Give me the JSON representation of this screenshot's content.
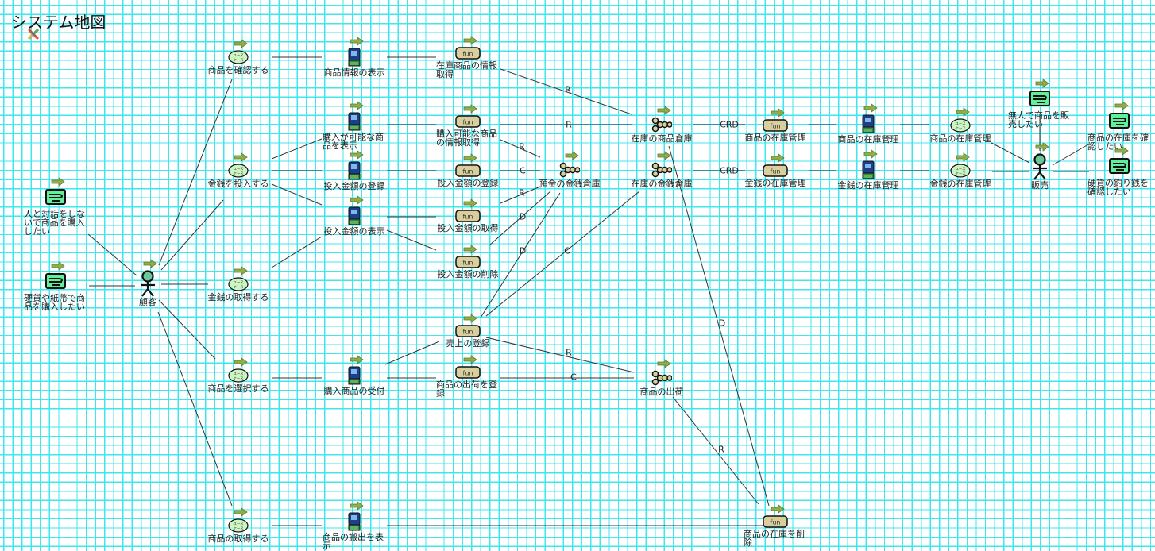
{
  "title": "システム地図",
  "logo_icon": "x-logo-icon",
  "colors": {
    "grid": "#3fe6ee",
    "usecase": "#ccf5c2",
    "requirement": "#5ef09a",
    "actor_head": "#6cc79a",
    "function": "#d8cf9c",
    "arrow": "#8fae4a"
  },
  "nodes": [
    {
      "id": "req1",
      "type": "requirement",
      "label": "人と対話をしないで商品を購入したい"
    },
    {
      "id": "req2",
      "type": "requirement",
      "label": "硬貨や紙幣で商品を購入したい"
    },
    {
      "id": "actor1",
      "type": "actor",
      "label": "顧客"
    },
    {
      "id": "uc1",
      "type": "usecase",
      "label": "商品を確認する"
    },
    {
      "id": "uc2",
      "type": "usecase",
      "label": "金銭を投入する"
    },
    {
      "id": "uc3",
      "type": "usecase",
      "label": "金銭の取得する"
    },
    {
      "id": "uc4",
      "type": "usecase",
      "label": "商品を選択する"
    },
    {
      "id": "uc5",
      "type": "usecase",
      "label": "商品の取得する"
    },
    {
      "id": "sc1",
      "type": "screen",
      "label": "商品情報の表示"
    },
    {
      "id": "sc2",
      "type": "screen",
      "label": "購入が可能な商品を表示"
    },
    {
      "id": "sc3",
      "type": "screen",
      "label": "投入金額の登録"
    },
    {
      "id": "sc4",
      "type": "screen",
      "label": "投入金額の表示"
    },
    {
      "id": "sc5",
      "type": "screen",
      "label": "購入商品の受付"
    },
    {
      "id": "sc6",
      "type": "screen",
      "label": "商品の搬出を表示"
    },
    {
      "id": "fn1",
      "type": "function",
      "label": "在庫商品の情報取得"
    },
    {
      "id": "fn2",
      "type": "function",
      "label": "購入可能な商品の情報取得"
    },
    {
      "id": "fn3",
      "type": "function",
      "label": "投入金額の登録"
    },
    {
      "id": "fn4",
      "type": "function",
      "label": "投入金額の取得"
    },
    {
      "id": "fn5",
      "type": "function",
      "label": "投入金額の削除"
    },
    {
      "id": "fn6",
      "type": "function",
      "label": "売上の登録"
    },
    {
      "id": "fn7",
      "type": "function",
      "label": "商品の出荷を登録"
    },
    {
      "id": "ds1",
      "type": "datastore",
      "label": "預金の金銭倉庫"
    },
    {
      "id": "ds2",
      "type": "datastore",
      "label": "在庫の商品倉庫"
    },
    {
      "id": "ds3",
      "type": "datastore",
      "label": "在庫の金銭倉庫"
    },
    {
      "id": "ds4",
      "type": "datastore",
      "label": "商品の出荷"
    },
    {
      "id": "fn8",
      "type": "function",
      "label": "商品の在庫管理"
    },
    {
      "id": "fn9",
      "type": "function",
      "label": "金銭の在庫管理"
    },
    {
      "id": "fn10",
      "type": "function",
      "label": "商品の在庫を削除"
    },
    {
      "id": "sc7",
      "type": "screen",
      "label": "商品の在庫管理"
    },
    {
      "id": "sc8",
      "type": "screen",
      "label": "金銭の在庫管理"
    },
    {
      "id": "uc6",
      "type": "usecase",
      "label": "商品の在庫管理"
    },
    {
      "id": "uc7",
      "type": "usecase",
      "label": "金銭の在庫管理"
    },
    {
      "id": "actor2",
      "type": "actor",
      "label": "販売"
    },
    {
      "id": "req3",
      "type": "requirement",
      "label": "無人で商品を販売したい"
    },
    {
      "id": "req4",
      "type": "requirement",
      "label": "商品の在庫を確認したい"
    },
    {
      "id": "req5",
      "type": "requirement",
      "label": "硬貨の釣り銭を確認したい"
    }
  ],
  "usecase_icon_text": "ユース ケース",
  "function_icon_text": "fun",
  "edges": [
    {
      "from": "req1",
      "to": "actor1",
      "label": ""
    },
    {
      "from": "req2",
      "to": "actor1",
      "label": ""
    },
    {
      "from": "actor1",
      "to": "uc1",
      "label": ""
    },
    {
      "from": "actor1",
      "to": "uc2",
      "label": ""
    },
    {
      "from": "actor1",
      "to": "uc3",
      "label": ""
    },
    {
      "from": "actor1",
      "to": "uc4",
      "label": ""
    },
    {
      "from": "actor1",
      "to": "uc5",
      "label": ""
    },
    {
      "from": "uc1",
      "to": "sc1",
      "label": ""
    },
    {
      "from": "uc2",
      "to": "sc2",
      "label": ""
    },
    {
      "from": "uc2",
      "to": "sc3",
      "label": ""
    },
    {
      "from": "uc2",
      "to": "sc4",
      "label": ""
    },
    {
      "from": "uc3",
      "to": "sc4",
      "label": ""
    },
    {
      "from": "uc4",
      "to": "sc5",
      "label": ""
    },
    {
      "from": "uc5",
      "to": "sc6",
      "label": ""
    },
    {
      "from": "sc1",
      "to": "fn1",
      "label": ""
    },
    {
      "from": "sc2",
      "to": "fn2",
      "label": ""
    },
    {
      "from": "sc3",
      "to": "fn3",
      "label": ""
    },
    {
      "from": "sc4",
      "to": "fn4",
      "label": ""
    },
    {
      "from": "sc4",
      "to": "fn5",
      "label": ""
    },
    {
      "from": "sc5",
      "to": "fn6",
      "label": ""
    },
    {
      "from": "sc5",
      "to": "fn7",
      "label": ""
    },
    {
      "from": "sc6",
      "to": "fn10",
      "label": ""
    },
    {
      "from": "fn1",
      "to": "ds2",
      "label": "R"
    },
    {
      "from": "fn2",
      "to": "ds2",
      "label": "R"
    },
    {
      "from": "fn2",
      "to": "ds1",
      "label": "R"
    },
    {
      "from": "fn3",
      "to": "ds1",
      "label": "C"
    },
    {
      "from": "fn4",
      "to": "ds1",
      "label": "R"
    },
    {
      "from": "fn5",
      "to": "ds1",
      "label": "D"
    },
    {
      "from": "fn6",
      "to": "ds1",
      "label": "D"
    },
    {
      "from": "fn6",
      "to": "ds3",
      "label": "C"
    },
    {
      "from": "fn6",
      "to": "ds4",
      "label": "R"
    },
    {
      "from": "fn7",
      "to": "ds4",
      "label": "C"
    },
    {
      "from": "ds2",
      "to": "fn10",
      "label": "D"
    },
    {
      "from": "ds4",
      "to": "fn10",
      "label": "R"
    },
    {
      "from": "ds2",
      "to": "fn8",
      "label": "CRD"
    },
    {
      "from": "ds3",
      "to": "fn9",
      "label": "CRD"
    },
    {
      "from": "fn8",
      "to": "sc7",
      "label": ""
    },
    {
      "from": "fn9",
      "to": "sc8",
      "label": ""
    },
    {
      "from": "sc7",
      "to": "uc6",
      "label": ""
    },
    {
      "from": "sc8",
      "to": "uc7",
      "label": ""
    },
    {
      "from": "uc6",
      "to": "actor2",
      "label": ""
    },
    {
      "from": "uc7",
      "to": "actor2",
      "label": ""
    },
    {
      "from": "req3",
      "to": "actor2",
      "label": ""
    },
    {
      "from": "actor2",
      "to": "req4",
      "label": ""
    },
    {
      "from": "actor2",
      "to": "req5",
      "label": ""
    }
  ]
}
